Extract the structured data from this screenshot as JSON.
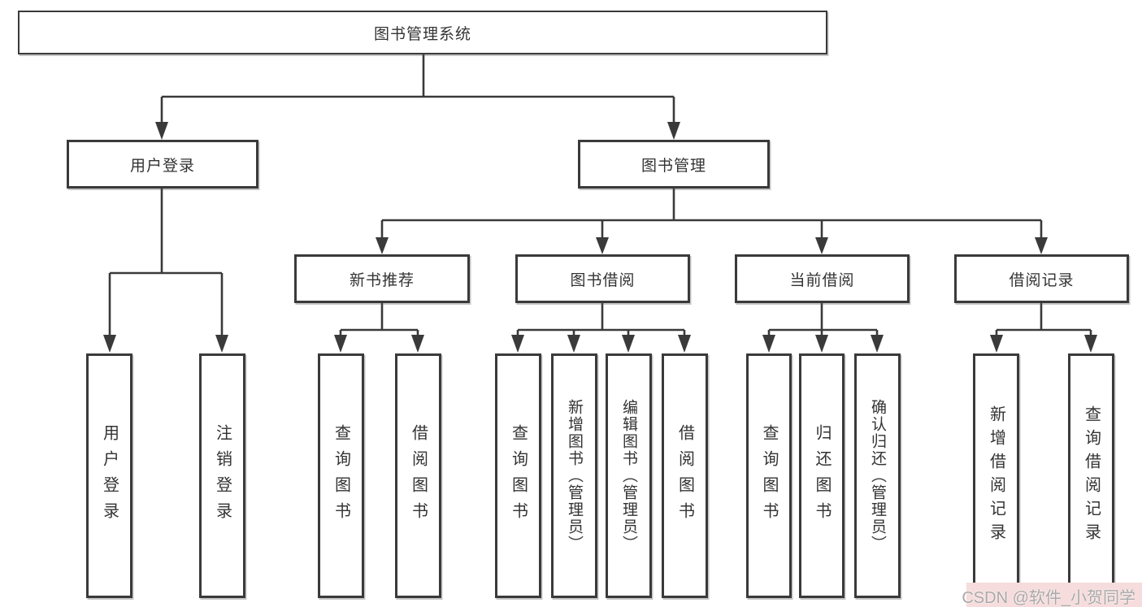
{
  "tree": {
    "label": "图书管理系统",
    "children": [
      {
        "label": "用户登录",
        "children": [
          {
            "label": "用户登录"
          },
          {
            "label": "注销登录"
          }
        ]
      },
      {
        "label": "图书管理",
        "children": [
          {
            "label": "新书推荐",
            "children": [
              {
                "label": "查询图书"
              },
              {
                "label": "借阅图书"
              }
            ]
          },
          {
            "label": "图书借阅",
            "children": [
              {
                "label": "查询图书"
              },
              {
                "label": "新增图书（管理员）"
              },
              {
                "label": "编辑图书（管理员）"
              },
              {
                "label": "借阅图书"
              }
            ]
          },
          {
            "label": "当前借阅",
            "children": [
              {
                "label": "查询图书"
              },
              {
                "label": "归还图书"
              },
              {
                "label": "确认归还（管理员）"
              }
            ]
          },
          {
            "label": "借阅记录",
            "children": [
              {
                "label": "新增借阅记录"
              },
              {
                "label": "查询借阅记录"
              }
            ]
          }
        ]
      }
    ]
  },
  "watermark": {
    "text": "CSDN @软件_小贺同学"
  },
  "colors": {
    "line": "#3a3a3a",
    "box_border": "#3a3a3a",
    "text": "#333333",
    "watermark_bg": "#f6dcdc",
    "watermark_text": "#a9a9a9"
  }
}
